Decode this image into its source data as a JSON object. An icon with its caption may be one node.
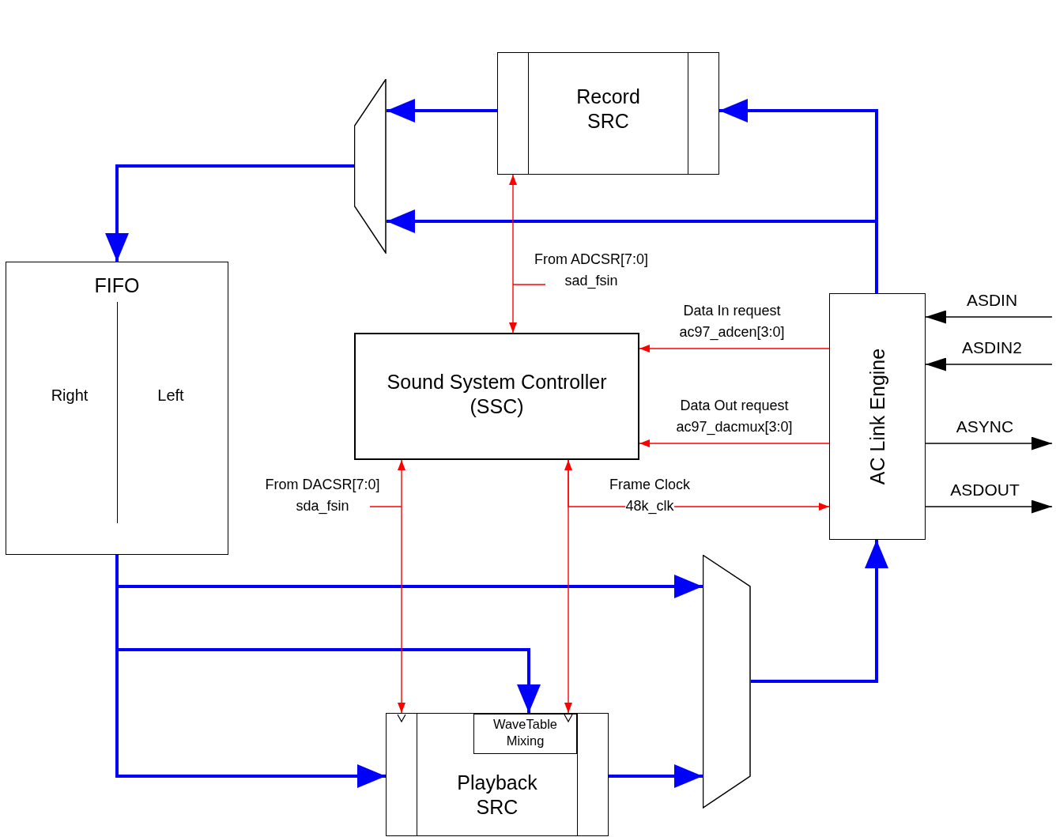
{
  "diagram": {
    "nodes": [
      {
        "text": [
          "Record SRC"
        ]
      },
      {
        "text": [],
        "shape": "trapezoid"
      },
      {
        "text": [
          "FIFO",
          "Right",
          "Left"
        ]
      },
      {
        "text": [
          "Sound System Controller (SSC)"
        ]
      },
      {
        "text": [
          "AC Link Engine"
        ]
      },
      {
        "text": [],
        "shape": "trapezoid"
      },
      {
        "text": [
          "Playback SRC"
        ]
      },
      {
        "text": [
          "WaveTable Mixing"
        ],
        "in": 6
      }
    ],
    "edges": [
      {
        "from": 0,
        "to": 1,
        "arrow": "to",
        "style": "thick",
        "color": "#0000ff"
      },
      {
        "from": 4,
        "to": 0,
        "arrow": "to",
        "style": "thick",
        "color": "#0000ff"
      },
      {
        "from": 4,
        "to": 1,
        "arrow": "to",
        "style": "thick",
        "color": "#0000ff"
      },
      {
        "from": 1,
        "to": 2,
        "arrow": "to",
        "style": "thick",
        "color": "#0000ff"
      },
      {
        "from": 2,
        "to": 5,
        "arrow": "to",
        "style": "thick",
        "color": "#0000ff"
      },
      {
        "from": 2,
        "to": 7,
        "arrow": "to",
        "style": "thick",
        "color": "#0000ff"
      },
      {
        "from": 2,
        "to": 6,
        "arrow": "to",
        "style": "thick",
        "color": "#0000ff"
      },
      {
        "from": 6,
        "to": 5,
        "arrow": "to",
        "style": "thick",
        "color": "#0000ff"
      },
      {
        "from": 5,
        "to": 4,
        "arrow": "to",
        "style": "thick",
        "color": "#0000ff"
      },
      {
        "from": 0,
        "to": 3,
        "arrow": "both",
        "color": "#ff0000",
        "label": "From ADCSR[7:0] sad_fsin"
      },
      {
        "from": 4,
        "to": 3,
        "arrow": "to",
        "color": "#ff0000",
        "label": "Data In request ac97_adcen[3:0]"
      },
      {
        "from": 4,
        "to": 3,
        "arrow": "to",
        "color": "#ff0000",
        "label": "Data Out request ac97_dacmux[3:0]"
      },
      {
        "from": 3,
        "to": 6,
        "arrow": "both",
        "color": "#ff0000",
        "label": "From DACSR[7:0] sda_fsin"
      },
      {
        "from": 3,
        "to": 7,
        "arrow": "both",
        "color": "#ff0000"
      },
      {
        "from": 3,
        "to": 4,
        "arrow": "to",
        "color": "#ff0000",
        "label": "Frame Clock 48k_clk"
      },
      {
        "from": null,
        "to": 4,
        "arrow": "to",
        "color": "#000000",
        "label": "ASDIN"
      },
      {
        "from": null,
        "to": 4,
        "arrow": "to",
        "color": "#000000",
        "label": "ASDIN2"
      },
      {
        "from": 4,
        "to": null,
        "arrow": "to",
        "color": "#000000",
        "label": "ASYNC"
      },
      {
        "from": 4,
        "to": null,
        "arrow": "to",
        "color": "#000000",
        "label": "ASDOUT"
      }
    ]
  }
}
